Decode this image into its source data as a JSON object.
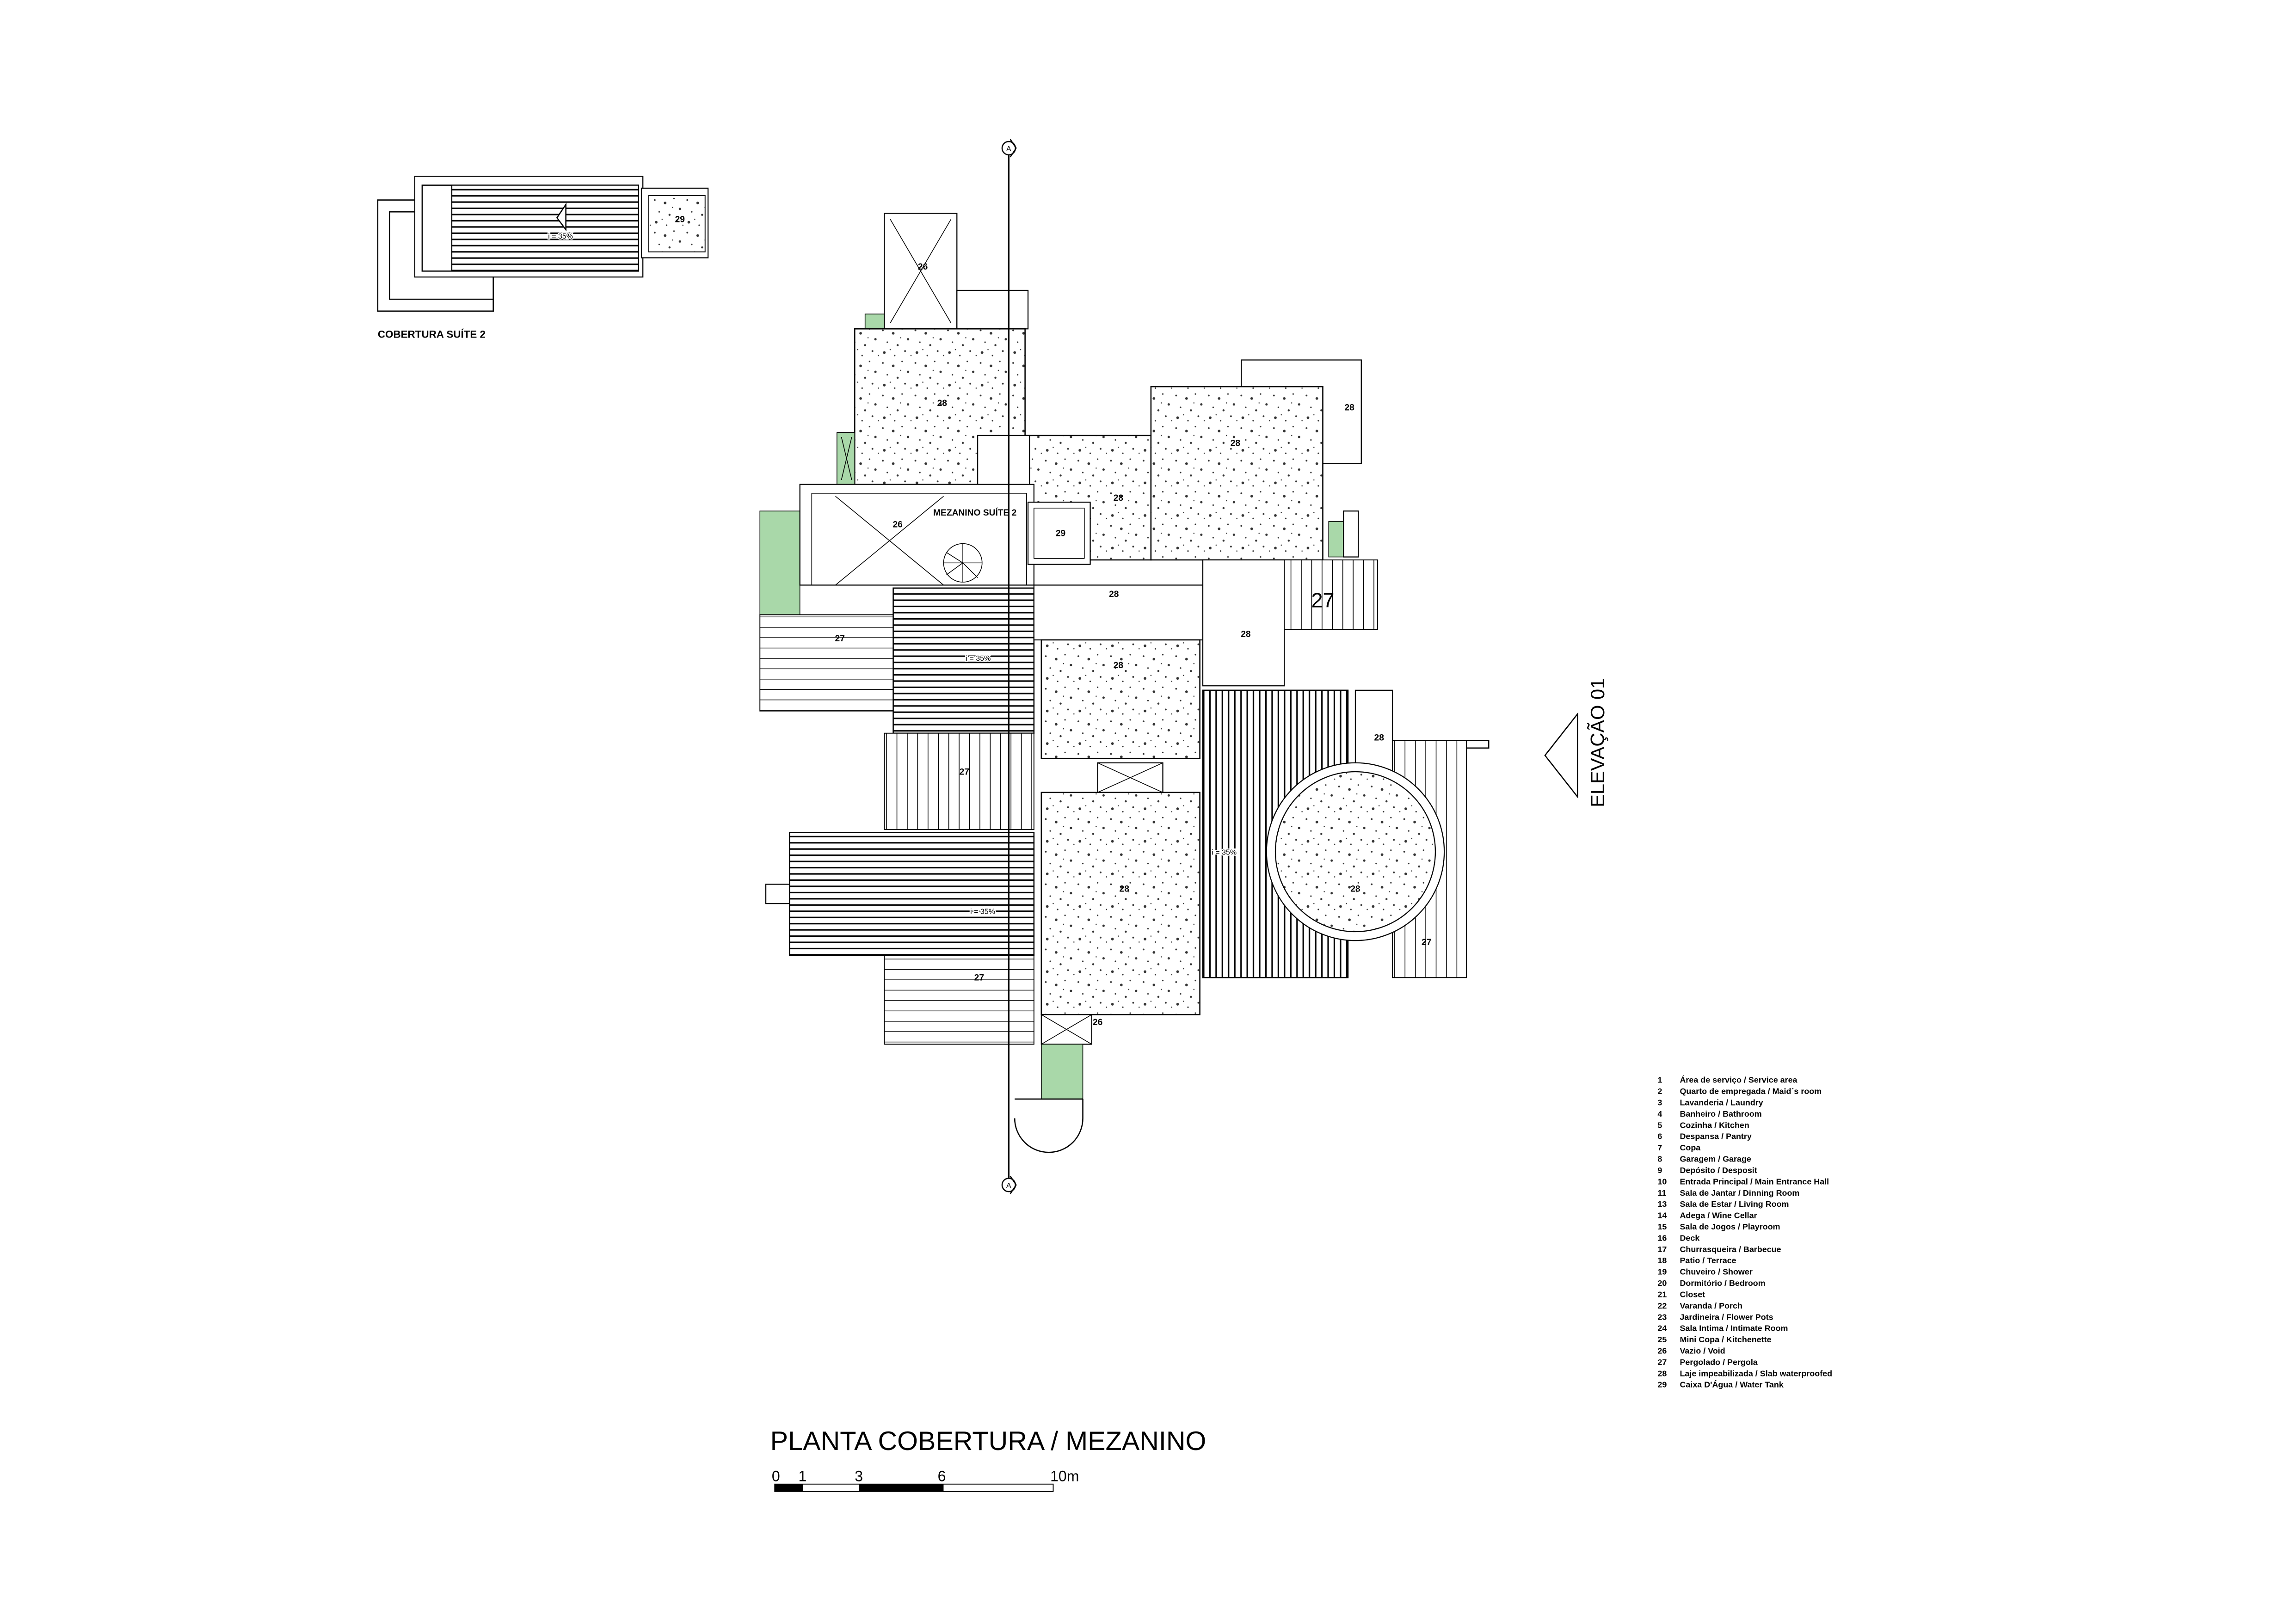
{
  "drawing": {
    "title": "PLANTA  COBERTURA / MEZANINO",
    "elevation_label": "ELEVAÇÃO 01",
    "section_marker": "A",
    "suite_roof": {
      "label": "COBERTURA SUÍTE 2",
      "slope": "i = 35%",
      "tank_number": "29"
    },
    "mezzanine_label": "MEZANINO SUÍTE 2",
    "slope_labels": [
      "i = 35%",
      "i = 35%",
      "i = 35%"
    ],
    "room_numbers": {
      "void_top": "26",
      "void_mezz": "26",
      "void_bottom": "26",
      "slab_a": "28",
      "slab_b": "28",
      "slab_c": "28",
      "slab_d": "28",
      "slab_e": "28",
      "slab_f": "28",
      "slab_g": "28",
      "slab_h": "28",
      "slab_i": "28",
      "slab_j": "28",
      "tank": "29",
      "pergola_left": "27",
      "pergola_mid": "27",
      "pergola_bottom": "27",
      "pergola_right": "27",
      "pergola_big": "27"
    },
    "colors": {
      "planter_green": "#a9d8a9",
      "line": "#000000"
    }
  },
  "scale_bar": {
    "ticks": [
      "0",
      "1",
      "3",
      "6",
      "10m"
    ]
  },
  "legend": [
    {
      "num": "1",
      "text": "Área de serviço / Service area"
    },
    {
      "num": "2",
      "text": "Quarto de empregada / Maid´s room"
    },
    {
      "num": "3",
      "text": "Lavanderia / Laundry"
    },
    {
      "num": "4",
      "text": "Banheiro / Bathroom"
    },
    {
      "num": "5",
      "text": "Cozinha / Kitchen"
    },
    {
      "num": "6",
      "text": "Despansa / Pantry"
    },
    {
      "num": "7",
      "text": "Copa"
    },
    {
      "num": "8",
      "text": "Garagem / Garage"
    },
    {
      "num": "9",
      "text": "Depósito / Desposit"
    },
    {
      "num": "10",
      "text": "Entrada Principal / Main Entrance Hall"
    },
    {
      "num": "11",
      "text": "Sala de Jantar / Dinning Room"
    },
    {
      "num": "13",
      "text": "Sala de Estar / Living Room"
    },
    {
      "num": "14",
      "text": "Adega / Wine Cellar"
    },
    {
      "num": "15",
      "text": "Sala de Jogos / Playroom"
    },
    {
      "num": "16",
      "text": "Deck"
    },
    {
      "num": "17",
      "text": "Churrasqueira / Barbecue"
    },
    {
      "num": "18",
      "text": "Patio / Terrace"
    },
    {
      "num": "19",
      "text": "Chuveiro / Shower"
    },
    {
      "num": "20",
      "text": "Dormitório / Bedroom"
    },
    {
      "num": "21",
      "text": "Closet"
    },
    {
      "num": "22",
      "text": "Varanda / Porch"
    },
    {
      "num": "23",
      "text": "Jardineira / Flower Pots"
    },
    {
      "num": "24",
      "text": "Sala Intima / Intimate Room"
    },
    {
      "num": "25",
      "text": "Mini Copa / Kitchenette"
    },
    {
      "num": "26",
      "text": "Vazio / Void"
    },
    {
      "num": "27",
      "text": "Pergolado / Pergola"
    },
    {
      "num": "28",
      "text": "Laje impeabilizada / Slab waterproofed"
    },
    {
      "num": "29",
      "text": "Caixa D'Água / Water Tank"
    }
  ]
}
